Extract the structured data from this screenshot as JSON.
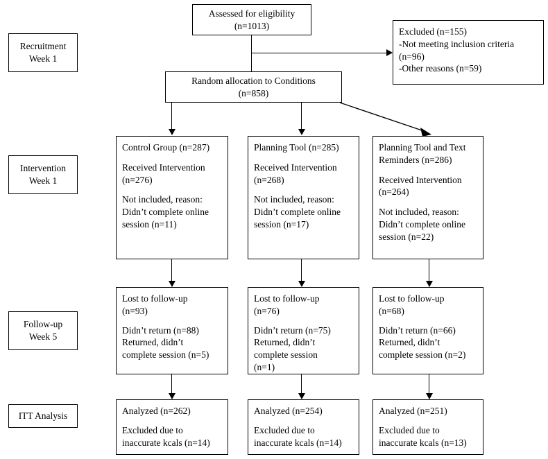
{
  "diagram": {
    "title": "CONSORT participant flow diagram",
    "type": "flowchart",
    "line_color": "#000000",
    "background": "#ffffff"
  },
  "stage_labels": [
    {
      "id": "recruitment",
      "line1": "Recruitment",
      "line2": "Week 1"
    },
    {
      "id": "intervention",
      "line1": "Intervention",
      "line2": "Week 1"
    },
    {
      "id": "followup",
      "line1": "Follow-up",
      "line2": "Week 5"
    },
    {
      "id": "itt",
      "line1": "ITT Analysis",
      "line2": ""
    }
  ],
  "nodes": {
    "assessed": {
      "line1": "Assessed for eligibility",
      "line2": "(n=1013)"
    },
    "excluded": {
      "line1": "Excluded (n=155)",
      "line2": "-Not meeting inclusion criteria",
      "line3": "(n=96)",
      "line4": "-Other reasons (n=59)"
    },
    "allocation": {
      "line1": "Random allocation to Conditions",
      "line2": "(n=858)"
    }
  },
  "arms": [
    {
      "id": "control",
      "allocation": {
        "line1": "Control Group (n=287)",
        "line2": "",
        "received1": "Received Intervention",
        "received2": "(n=276)",
        "notincl1": "Not included, reason:",
        "notincl2": "Didn’t complete online",
        "notincl3": "session (n=11)"
      },
      "followup": {
        "lost1": "Lost to follow-up",
        "lost2": "(n=93)",
        "detail1": "Didn’t return (n=88)",
        "detail2": "Returned, didn’t",
        "detail3": "complete session (n=5)",
        "detail4": ""
      },
      "analysis": {
        "analyzed": "Analyzed (n=262)",
        "excluded1": "Excluded due to",
        "excluded2": "inaccurate kcals (n=14)"
      }
    },
    {
      "id": "planning-tool",
      "allocation": {
        "line1": "Planning Tool (n=285)",
        "line2": "",
        "received1": "Received Intervention",
        "received2": "(n=268)",
        "notincl1": "Not included, reason:",
        "notincl2": "Didn’t complete online",
        "notincl3": "session (n=17)"
      },
      "followup": {
        "lost1": "Lost to follow-up",
        "lost2": "(n=76)",
        "detail1": "Didn’t return (n=75)",
        "detail2": "Returned, didn’t",
        "detail3": "complete session",
        "detail4": "(n=1)"
      },
      "analysis": {
        "analyzed": "Analyzed (n=254)",
        "excluded1": "Excluded due to",
        "excluded2": "inaccurate kcals (n=14)"
      }
    },
    {
      "id": "planning-tool-text-reminders",
      "allocation": {
        "line1": "Planning Tool and Text",
        "line2": "Reminders (n=286)",
        "received1": "Received Intervention",
        "received2": "(n=264)",
        "notincl1": "Not included, reason:",
        "notincl2": "Didn’t complete online",
        "notincl3": "session (n=22)"
      },
      "followup": {
        "lost1": "Lost to follow-up",
        "lost2": "(n=68)",
        "detail1": "Didn’t return (n=66)",
        "detail2": "Returned, didn’t",
        "detail3": "complete session (n=2)",
        "detail4": ""
      },
      "analysis": {
        "analyzed": "Analyzed (n=251)",
        "excluded1": "Excluded due to",
        "excluded2": "inaccurate kcals (n=13)"
      }
    }
  ]
}
